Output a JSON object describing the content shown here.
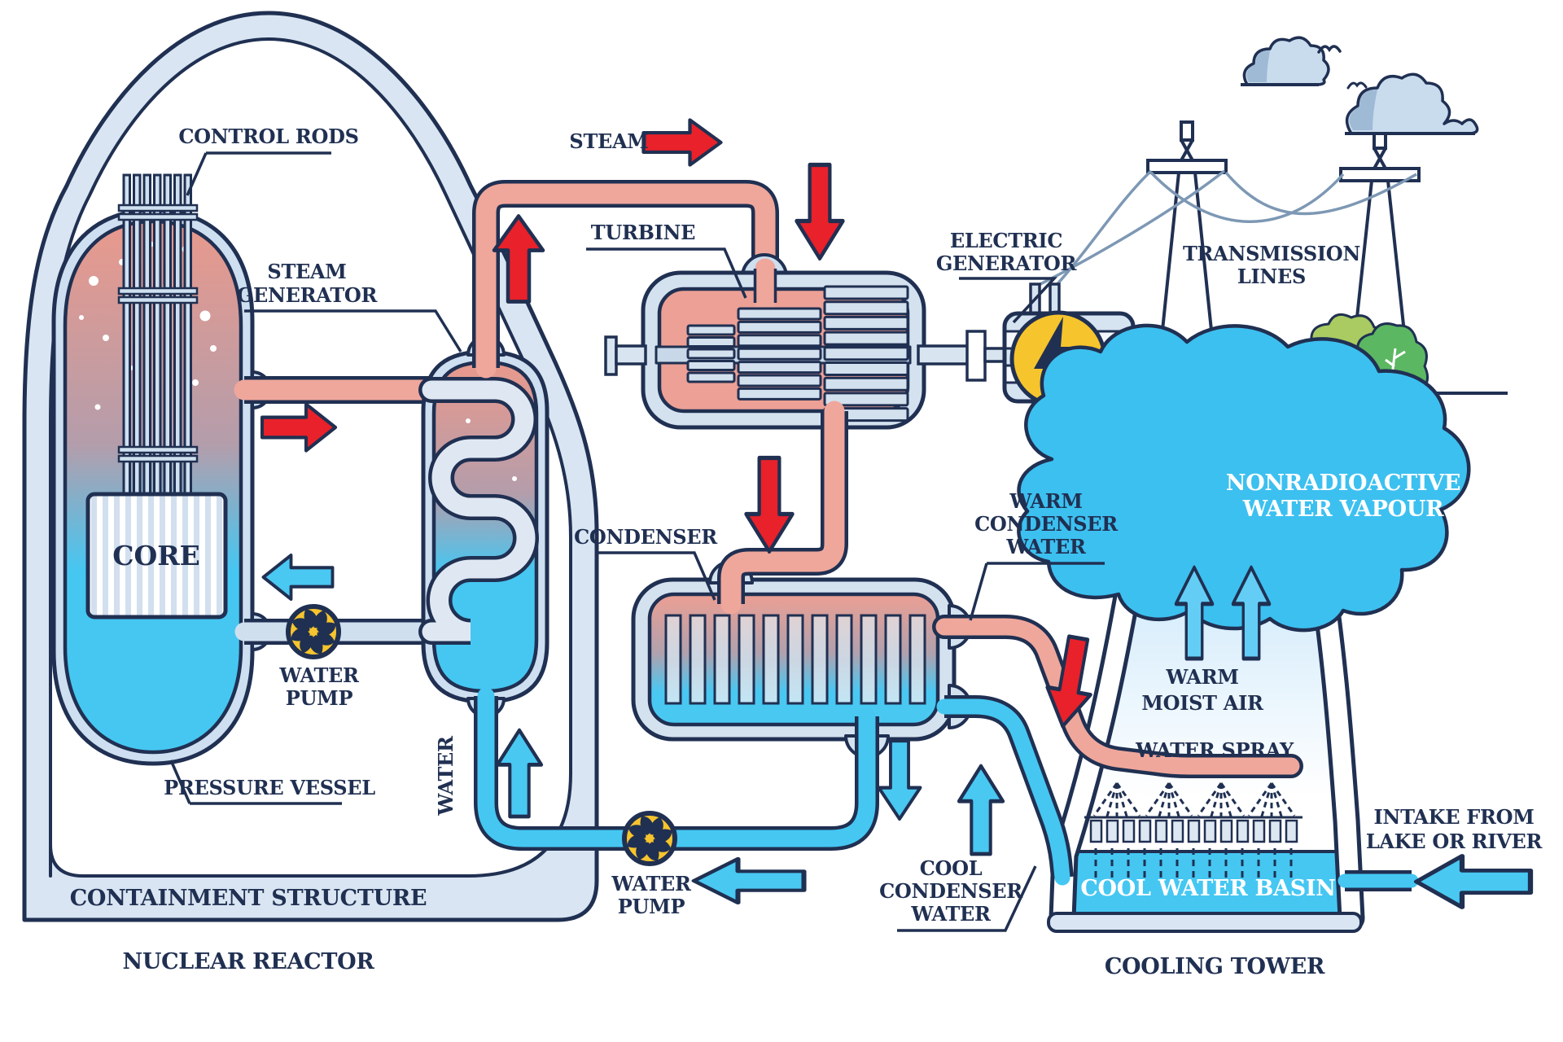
{
  "diagram": {
    "title": "NUCLEAR REACTOR",
    "labels": {
      "control_rods": "CONTROL RODS",
      "steam": "STEAM",
      "turbine": "TURBINE",
      "steam_generator": [
        "STEAM",
        "GENERATOR"
      ],
      "electric_generator": [
        "ELECTRIC",
        "GENERATOR"
      ],
      "transmission_lines": [
        "TRANSMISSION",
        "LINES"
      ],
      "core": "CORE",
      "water_pump_primary": [
        "WATER",
        "PUMP"
      ],
      "pressure_vessel": "PRESSURE VESSEL",
      "water": "WATER",
      "containment_structure": "CONTAINMENT STRUCTURE",
      "nuclear_reactor": "NUCLEAR REACTOR",
      "condenser": "CONDENSER",
      "water_pump_secondary": [
        "WATER",
        "PUMP"
      ],
      "warm_condenser_water": [
        "WARM",
        "CONDENSER",
        "WATER"
      ],
      "cool_condenser_water": [
        "COOL",
        "CONDENSER",
        "WATER"
      ],
      "nonradioactive_water_vapour": [
        "NONRADIOACTIVE",
        "WATER VAPOUR"
      ],
      "warm_moist_air": [
        "WARM",
        "MOIST AIR"
      ],
      "water_spray": "WATER SPRAY",
      "cool_water_basin": "COOL WATER BASIN",
      "cooling_tower": "COOLING TOWER",
      "intake": [
        "INTAKE FROM",
        "LAKE OR RIVER"
      ]
    },
    "colors": {
      "outline_navy": "#203052",
      "arrow_red": "#e8212b",
      "water_cyan": "#45c7f2",
      "steam_salmon": "#efa79b",
      "hot_fluid": "#e9998c",
      "pump_yellow": "#f6c42c",
      "structure_pale_blue": "#d6e3f1",
      "vapor_blue": "#3cc0f0",
      "bush_green_light": "#a9cb61",
      "bush_green_dark": "#5cb763",
      "wire_steel_blue": "#7d98b4"
    }
  }
}
